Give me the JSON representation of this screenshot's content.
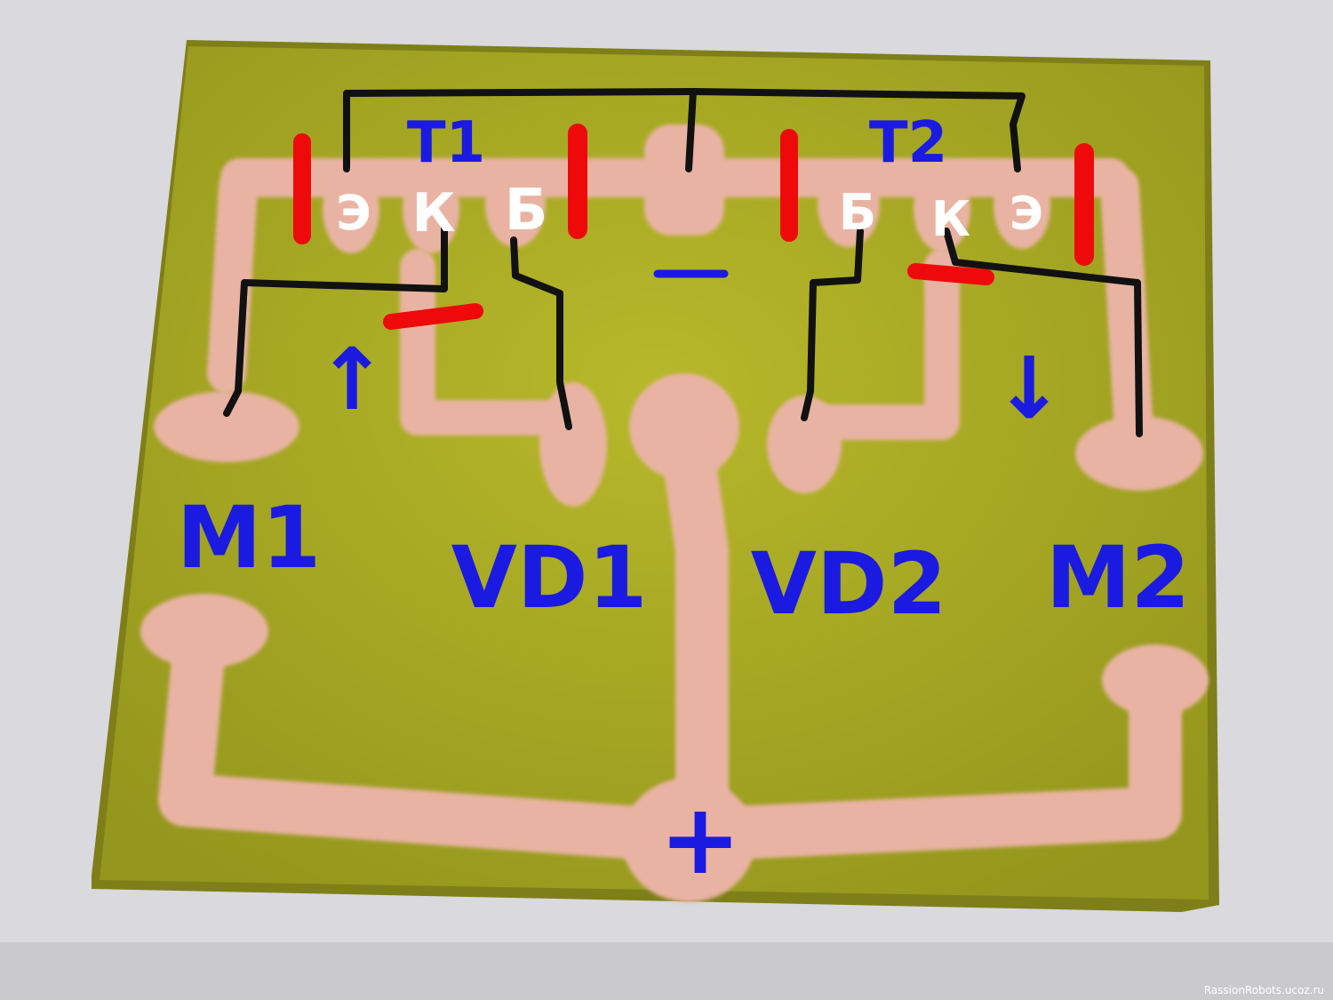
{
  "board": {
    "colors": {
      "background": "#d9d9de",
      "board": "#a6a823",
      "board_edge": "#7e7f18",
      "copper": "#e9b3a3",
      "wire": "#111111",
      "mark_red": "#ee0a0a",
      "ink_blue": "#1a1ae0",
      "ink_white": "#ffffff"
    },
    "transistors": {
      "t1": {
        "label": "T1",
        "pins": [
          "Э",
          "К",
          "Б"
        ]
      },
      "t2": {
        "label": "T2",
        "pins": [
          "Б",
          "К",
          "Э"
        ]
      }
    },
    "terminals": {
      "m1": "M1",
      "m2": "M2",
      "vd1": "VD1",
      "vd2": "VD2"
    },
    "polarity": {
      "minus": "—",
      "plus": "+"
    },
    "arrows": {
      "left": "↑",
      "right": "↓"
    },
    "watermark": "RassionRobots.ucoz.ru"
  }
}
